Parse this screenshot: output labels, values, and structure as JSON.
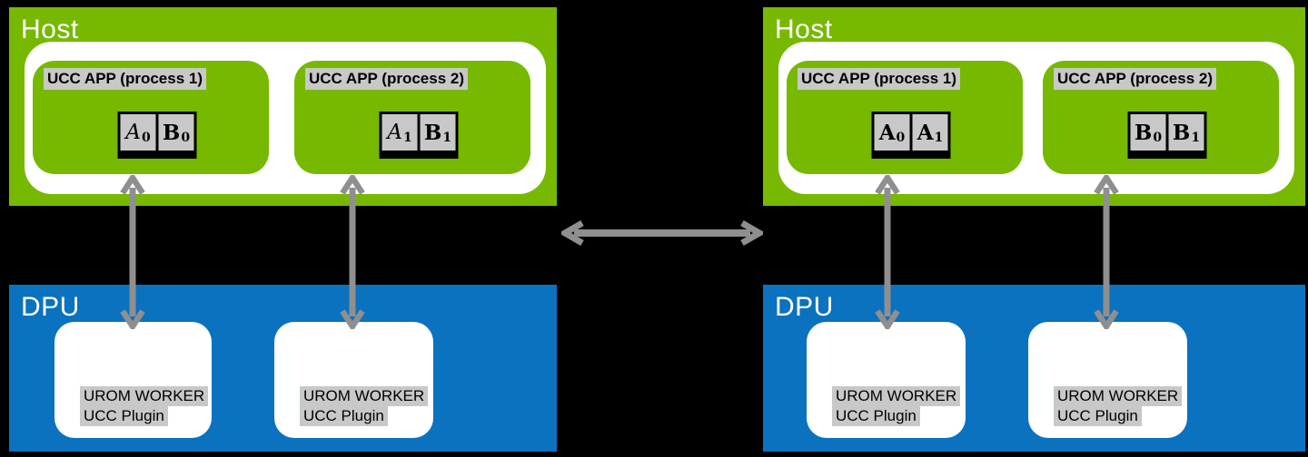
{
  "colors": {
    "background": "#000000",
    "host_green": "#76b900",
    "dpu_blue": "#0a72bf",
    "inner_white": "#ffffff",
    "arrow_gray": "#8f8f8f",
    "cell_fill_gray": "#c8c8c8",
    "label_highlight_gray": "#c8c8c8",
    "title_text": "#ffffff",
    "body_text": "#000000"
  },
  "left_diagram": {
    "host": {
      "title": "Host",
      "processes": [
        {
          "label": "UCC APP (process 1)",
          "cells": [
            {
              "main": "A",
              "sub": "0"
            },
            {
              "main": "B",
              "sub": "0"
            }
          ]
        },
        {
          "label": "UCC APP (process 2)",
          "cells": [
            {
              "main": "A",
              "sub": "1"
            },
            {
              "main": "B",
              "sub": "1"
            }
          ]
        }
      ]
    },
    "dpu": {
      "title": "DPU",
      "workers": [
        {
          "line1": "UROM WORKER",
          "line2": "UCC Plugin"
        },
        {
          "line1": "UROM WORKER",
          "line2": "UCC Plugin"
        }
      ]
    }
  },
  "right_diagram": {
    "host": {
      "title": "Host",
      "processes": [
        {
          "label": "UCC APP (process 1)",
          "cells": [
            {
              "main": "A",
              "sub": "0"
            },
            {
              "main": "A",
              "sub": "1"
            }
          ]
        },
        {
          "label": "UCC APP (process 2)",
          "cells": [
            {
              "main": "B",
              "sub": "0"
            },
            {
              "main": "B",
              "sub": "1"
            }
          ]
        }
      ]
    },
    "dpu": {
      "title": "DPU",
      "workers": [
        {
          "line1": "UROM WORKER",
          "line2": "UCC Plugin"
        },
        {
          "line1": "UROM WORKER",
          "line2": "UCC Plugin"
        }
      ]
    }
  }
}
